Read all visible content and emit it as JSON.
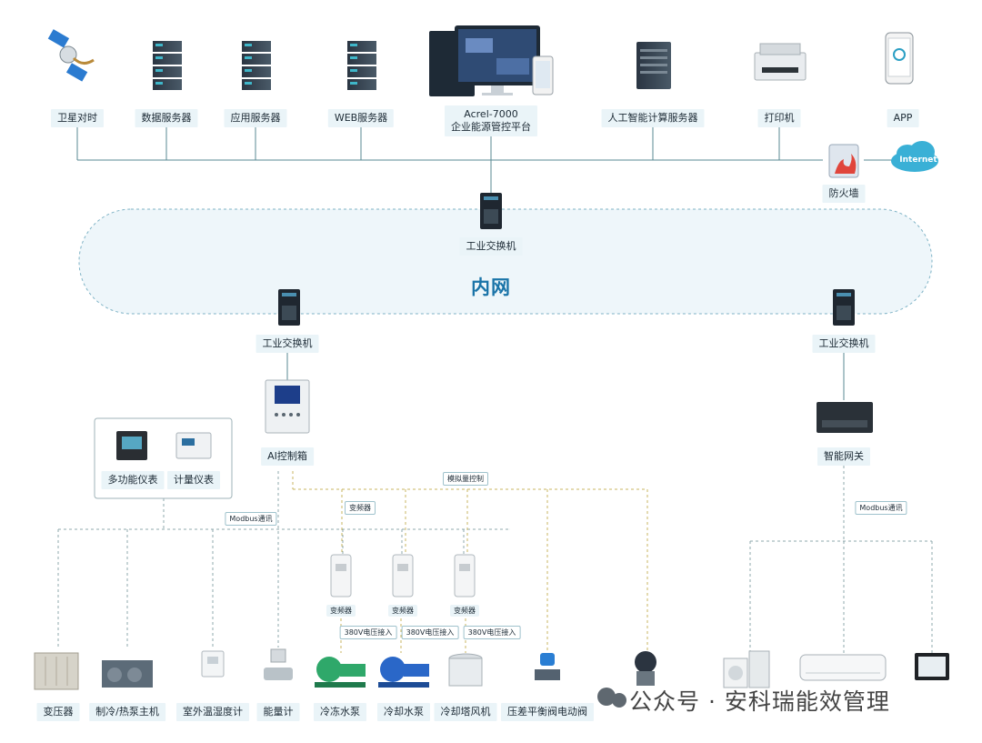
{
  "top_nodes": [
    {
      "name": "卫星对时"
    },
    {
      "name": "数据服务器"
    },
    {
      "name": "应用服务器"
    },
    {
      "name": "WEB服务器"
    },
    {
      "name_line1": "Acrel-7000",
      "name_line2": "企业能源管控平台"
    },
    {
      "name": "人工智能计算服务器"
    },
    {
      "name": "打印机"
    },
    {
      "name": "APP"
    }
  ],
  "firewall": "防火墙",
  "internet": "Internet",
  "core_switch": "工业交换机",
  "network_label": "内网",
  "left_switch": "工业交换机",
  "right_switch": "工业交换机",
  "ai_box": "AI控制箱",
  "gateway": "智能网关",
  "meters": [
    "多功能仪表",
    "计量仪表"
  ],
  "links": {
    "modbus_left": "Modbus通讯",
    "analog": "模拟量控制",
    "vfd_signal": "变频器",
    "modbus_right": "Modbus通讯"
  },
  "vfds": [
    "变频器",
    "变频器",
    "变频器"
  ],
  "voltage_tags": [
    "380V电压接入",
    "380V电压接入",
    "380V电压接入"
  ],
  "devices": [
    "变压器",
    "制冷/热泵主机",
    "室外温湿度计",
    "能量计",
    "冷冻水泵",
    "冷却水泵",
    "冷却塔风机",
    "压差平衡阀电动阀"
  ],
  "watermark": "公众号 · 安科瑞能效管理",
  "colors": {
    "label_bg": "#eaf4f8",
    "line": "#5a8a93",
    "dash_gray": "#8fa8ad",
    "dash_yellow": "#c9b660",
    "accent": "#1a74a8"
  }
}
